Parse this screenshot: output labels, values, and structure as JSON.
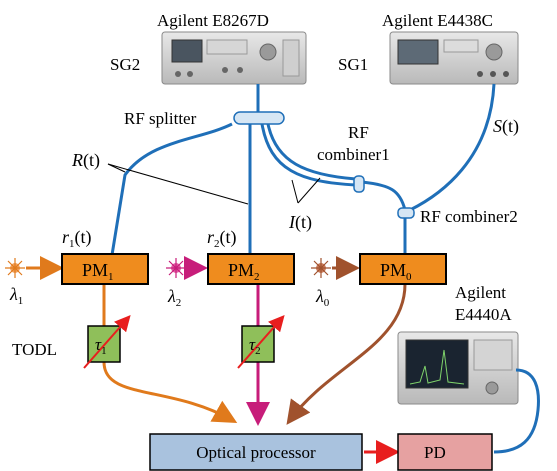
{
  "instruments": {
    "sg2": {
      "model": "Agilent E8267D",
      "name": "SG2"
    },
    "sg1": {
      "model": "Agilent E4438C",
      "name": "SG1"
    },
    "osa": {
      "line1": "Agilent",
      "line2": "E4440A"
    }
  },
  "rf": {
    "splitter": "RF splitter",
    "combiner1_line1": "RF",
    "combiner1_line2": "combiner1",
    "combiner2": "RF combiner2"
  },
  "signals": {
    "R": {
      "main": "R",
      "arg": "(t)"
    },
    "S": {
      "main": "S",
      "arg": "(t)"
    },
    "I": {
      "main": "I",
      "arg": "(t)"
    },
    "r1": {
      "main": "r",
      "sub": "1",
      "arg": "(t)"
    },
    "r2": {
      "main": "r",
      "sub": "2",
      "arg": "(t)"
    }
  },
  "modulators": {
    "pm1": {
      "main": "PM",
      "sub": "1"
    },
    "pm2": {
      "main": "PM",
      "sub": "2"
    },
    "pm0": {
      "main": "PM",
      "sub": "0"
    }
  },
  "wavelengths": {
    "l1": {
      "main": "λ",
      "sub": "1"
    },
    "l2": {
      "main": "λ",
      "sub": "2"
    },
    "l0": {
      "main": "λ",
      "sub": "0"
    }
  },
  "delays": {
    "todl": "TODL",
    "t1": {
      "main": "τ",
      "sub": "1"
    },
    "t2": {
      "main": "τ",
      "sub": "2"
    }
  },
  "blocks": {
    "processor": "Optical processor",
    "pd": "PD"
  },
  "colors": {
    "rf_line": "#1f6fb8",
    "modulator_fill": "#ef8c1e",
    "orange_fiber": "#e07a1c",
    "magenta_fiber": "#c71d7a",
    "brown_fiber": "#a0522d",
    "delay_fill": "#8fbf5a",
    "processor_fill": "#a9c2de",
    "pd_fill": "#e6a1a1",
    "arrow_red": "#e81e1e"
  }
}
